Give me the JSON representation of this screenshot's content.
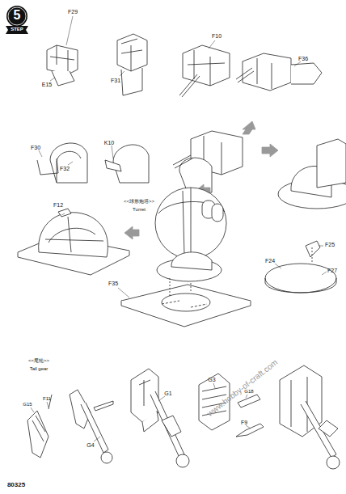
{
  "diagram": {
    "nodes": [
      {
        "text": [
          "5",
          "STEP"
        ]
      }
    ],
    "labels": [
      "F29",
      "E15",
      "F31",
      "F10",
      "F36",
      "F30",
      "F32",
      "K10",
      "<<球形炮塔>>",
      "Turret",
      "F12",
      "F35",
      "F25",
      "F24",
      "F27",
      "<<尾轮>>",
      "Tail gear",
      "G15",
      "F11",
      "G4",
      "G1",
      "G3",
      "G18",
      "F9",
      "80325",
      "www.hobby-of-craft.com"
    ]
  }
}
